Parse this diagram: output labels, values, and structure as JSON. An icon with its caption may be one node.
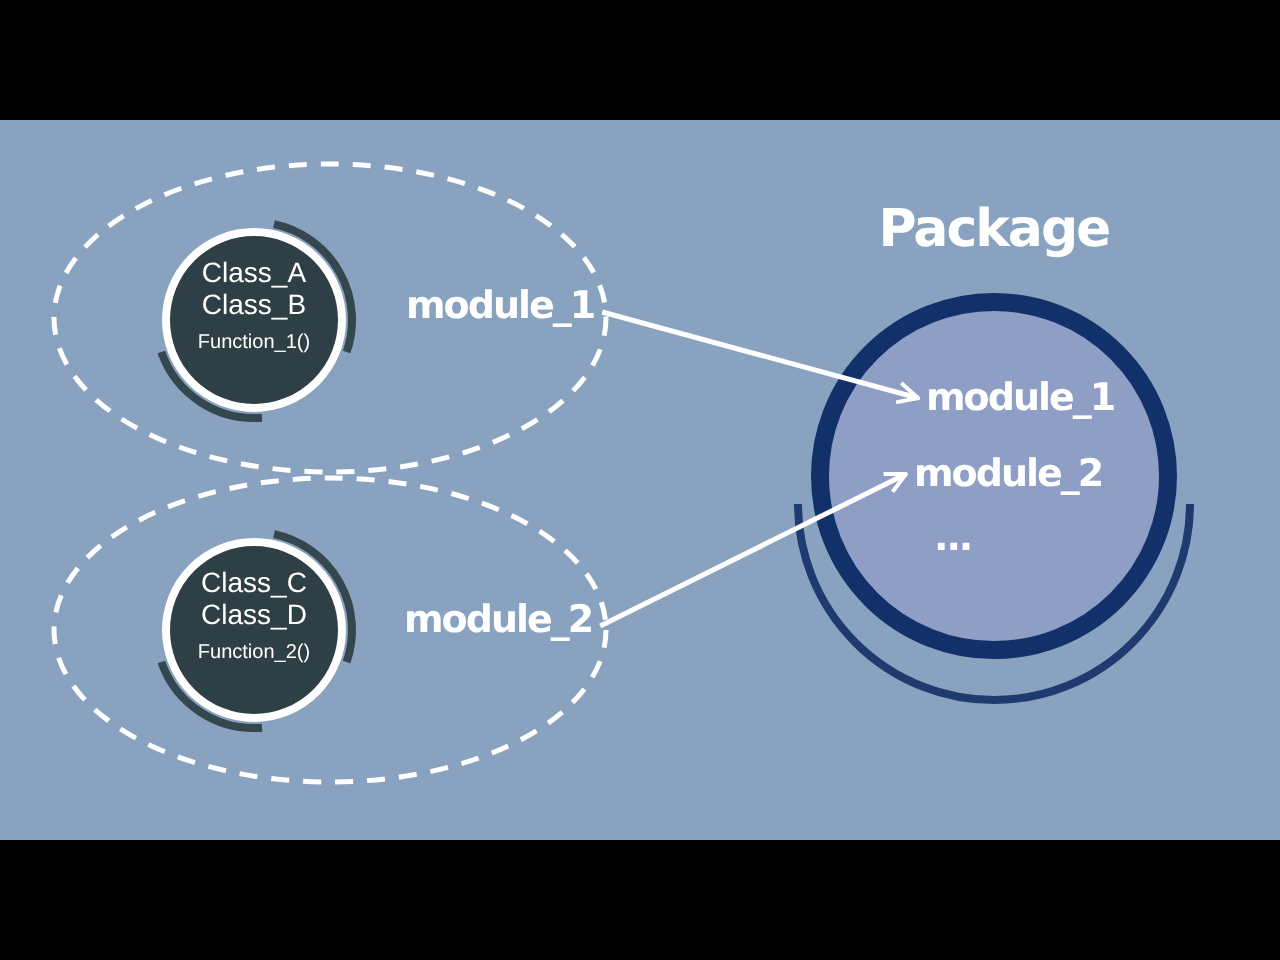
{
  "diagram": {
    "nodes": [
      {
        "text": [],
        "shape": "ellipse"
      },
      {
        "text": [
          "Class_A Class_B",
          "Function_1()"
        ],
        "in": 0
      },
      {
        "text": [
          "module_1"
        ],
        "in": 0
      },
      {
        "text": [],
        "shape": "ellipse"
      },
      {
        "text": [
          "Class_C Class_D",
          "Function_2()"
        ],
        "in": 3
      },
      {
        "text": [
          "module_2"
        ],
        "in": 3
      },
      {
        "text": [
          "Package"
        ]
      },
      {
        "text": [
          "module_1"
        ],
        "in": 6
      },
      {
        "text": [
          "module_2"
        ],
        "in": 6
      },
      {
        "text": [
          "..."
        ],
        "in": 6
      }
    ],
    "edges": [
      {
        "from": 2,
        "to": 7,
        "arrow": "to"
      },
      {
        "from": 5,
        "to": 8,
        "arrow": "to"
      }
    ]
  }
}
